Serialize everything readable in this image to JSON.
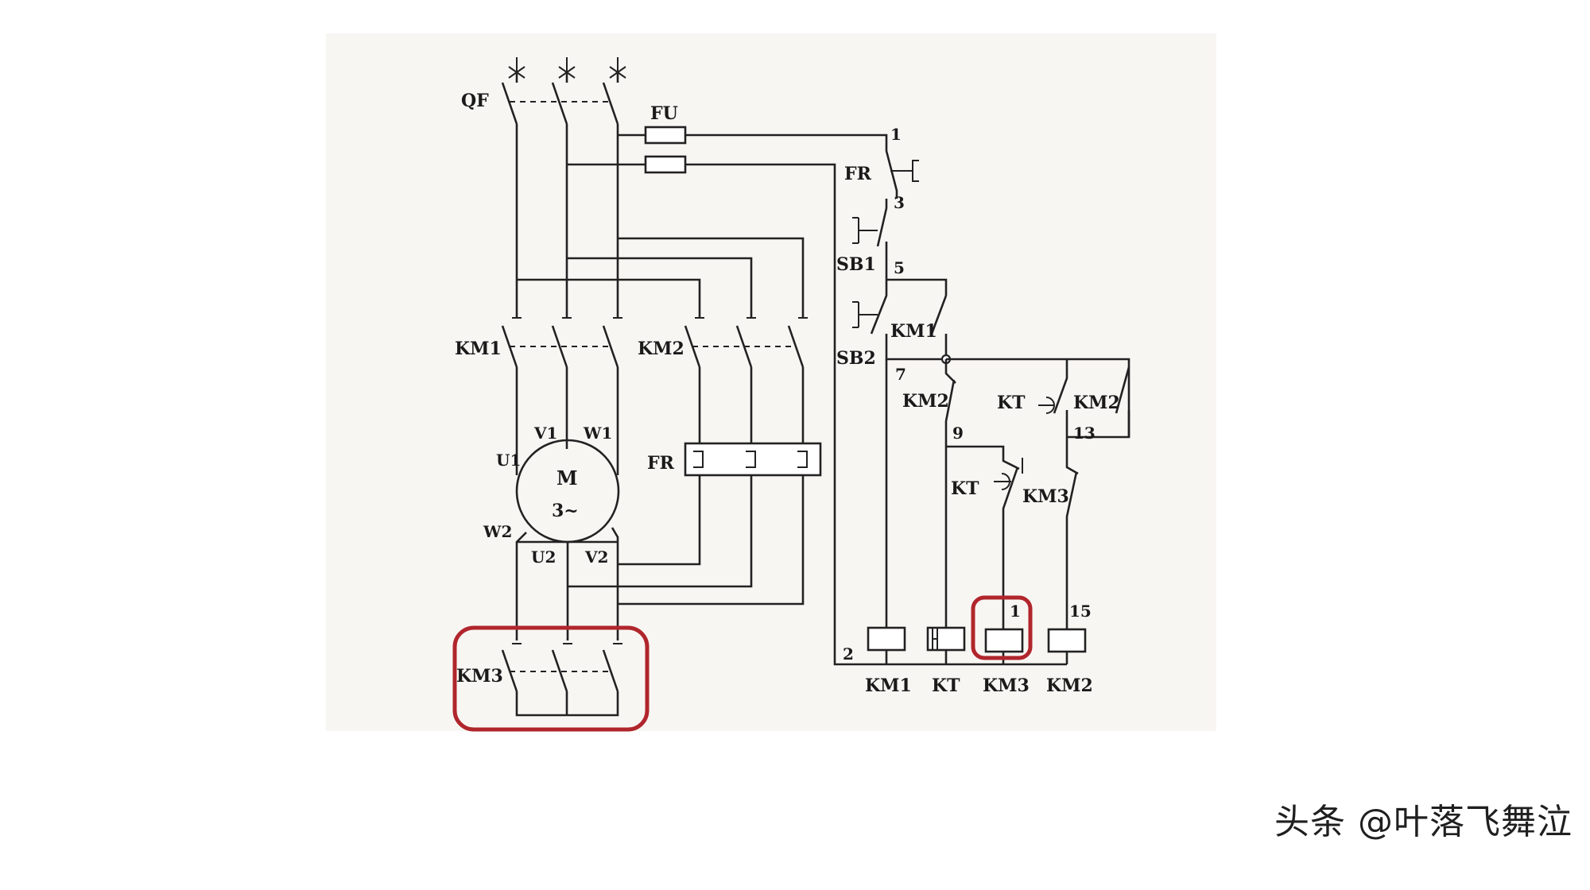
{
  "labels": {
    "qf": "QF",
    "fu": "FU",
    "fr_ctrl": "FR",
    "fr_power": "FR",
    "sb1": "SB1",
    "sb2": "SB2",
    "km1_power": "KM1",
    "km2_power": "KM2",
    "km3_power": "KM3",
    "km1_aux": "KM1",
    "km2_nc": "KM2",
    "km2_no": "KM2",
    "kt_no": "KT",
    "kt_nc": "KT",
    "km3_nc": "KM3",
    "motor_m": "M",
    "motor_phase": "3~",
    "u1": "U1",
    "v1": "V1",
    "w1": "W1",
    "u2": "U2",
    "v2": "V2",
    "w2": "W2",
    "coil_km1": "KM1",
    "coil_kt": "KT",
    "coil_km3": "KM3",
    "coil_km2": "KM2"
  },
  "nodes": {
    "n1": "1",
    "n2": "2",
    "n3": "3",
    "n5": "5",
    "n7": "7",
    "n9": "9",
    "n11": "1",
    "n13": "13",
    "n15": "15"
  },
  "watermark": "头条 @叶落飞舞泣",
  "colors": {
    "highlight": "#b0262c",
    "ink": "#222222"
  }
}
